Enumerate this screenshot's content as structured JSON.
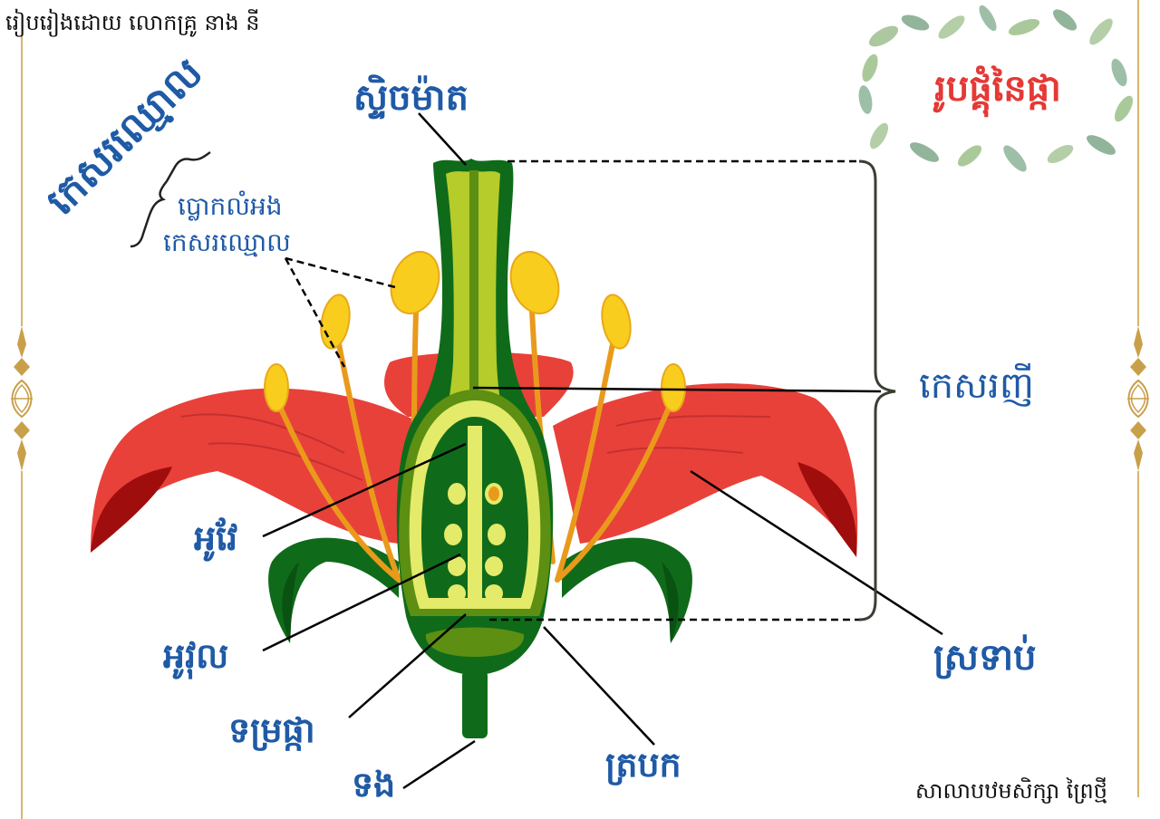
{
  "header": {
    "author_credit": "រៀបរៀងដោយ លោកគ្រូ នាង នី",
    "title": "រូបផ្គុំនៃផ្កា"
  },
  "footer": {
    "school_name": "សាលាបឋមសិក្សា ព្រៃថ្មី"
  },
  "labels": {
    "stigma": "ស្ទិចម៉ាត",
    "stamen_group": "កេសរឈ្មោល",
    "anther": "ប្លោកលំអង",
    "anther_line2": "កេសរឈ្មោល",
    "pistil": "កេសរញី",
    "ovary": "អូវែ",
    "ovule": "អូវុល",
    "receptacle": "ទម្រផ្កា",
    "stalk": "ទង",
    "sepal": "ត្របក",
    "petal": "ស្រទាប់"
  },
  "colors": {
    "label_blue": "#1f5aa6",
    "title_red": "#e53935",
    "petal_red": "#e8413a",
    "petal_dark_red": "#a00d0d",
    "dark_green": "#0f6b1a",
    "mid_green": "#5c8f12",
    "light_green": "#b6cc2a",
    "pale_yellow": "#e4ea6a",
    "anther_yellow": "#f9cd1d",
    "filament_orange": "#e99a1b",
    "frame_gold": "#c9a04a"
  }
}
